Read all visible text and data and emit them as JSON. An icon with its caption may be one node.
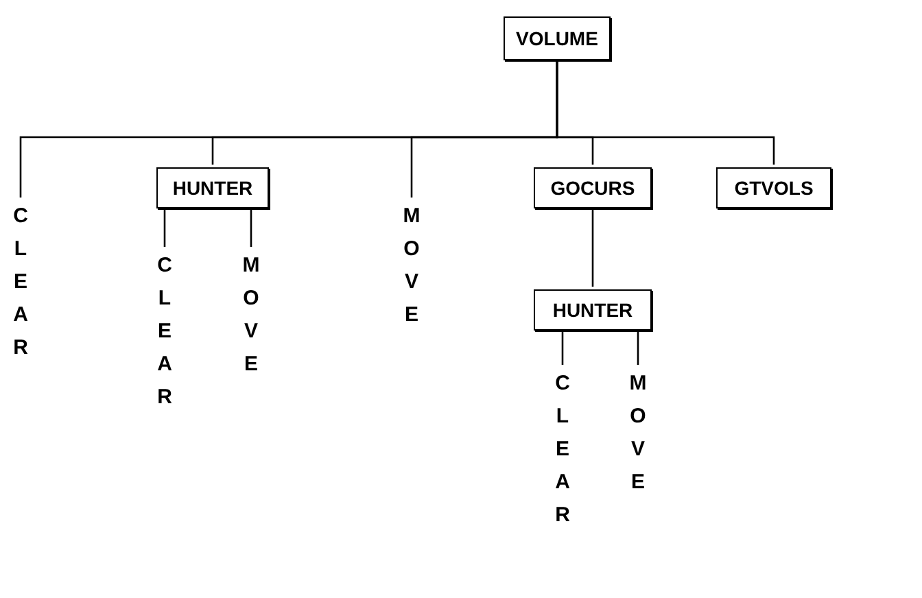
{
  "diagram": {
    "nodes": [
      {
        "text": [
          "VOLUME"
        ]
      },
      {
        "text": [
          "CLEAR"
        ]
      },
      {
        "text": [
          "HUNTER"
        ]
      },
      {
        "text": [
          "MOVE"
        ]
      },
      {
        "text": [
          "GOCURS"
        ]
      },
      {
        "text": [
          "GTVOLS"
        ]
      },
      {
        "text": [
          "CLEAR"
        ]
      },
      {
        "text": [
          "MOVE"
        ]
      },
      {
        "text": [
          "HUNTER"
        ]
      },
      {
        "text": [
          "CLEAR"
        ]
      },
      {
        "text": [
          "MOVE"
        ]
      }
    ],
    "edges": [
      {
        "from": 0,
        "to": 1,
        "arrow": "none"
      },
      {
        "from": 0,
        "to": 2,
        "arrow": "none"
      },
      {
        "from": 0,
        "to": 3,
        "arrow": "none"
      },
      {
        "from": 0,
        "to": 4,
        "arrow": "none"
      },
      {
        "from": 0,
        "to": 5,
        "arrow": "none"
      },
      {
        "from": 2,
        "to": 6,
        "arrow": "none"
      },
      {
        "from": 2,
        "to": 7,
        "arrow": "none"
      },
      {
        "from": 4,
        "to": 8,
        "arrow": "none"
      },
      {
        "from": 8,
        "to": 9,
        "arrow": "none"
      },
      {
        "from": 8,
        "to": 10,
        "arrow": "none"
      }
    ]
  }
}
